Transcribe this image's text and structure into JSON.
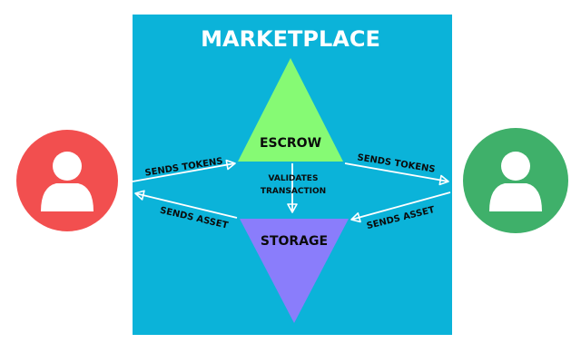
{
  "title": "MARKETPLACE",
  "nodes": {
    "escrow": "ESCROW",
    "storage": "STORAGE"
  },
  "edges": {
    "buyer_sends_tokens": "SENDS TOKENS",
    "buyer_sends_asset": "SENDS ASSET",
    "seller_sends_tokens": "SENDS TOKENS",
    "seller_sends_asset": "SENDS ASSET",
    "validates_line1": "VALIDATES",
    "validates_line2": "TRANSACTION"
  },
  "colors": {
    "panel": "#0bb3d9",
    "escrow": "#86fa74",
    "storage": "#8a7dfb",
    "buyer": "#f24f4f",
    "seller": "#3fb06a",
    "arrow": "#ffffff"
  },
  "icons": {
    "buyer": "user-icon",
    "seller": "user-icon"
  }
}
